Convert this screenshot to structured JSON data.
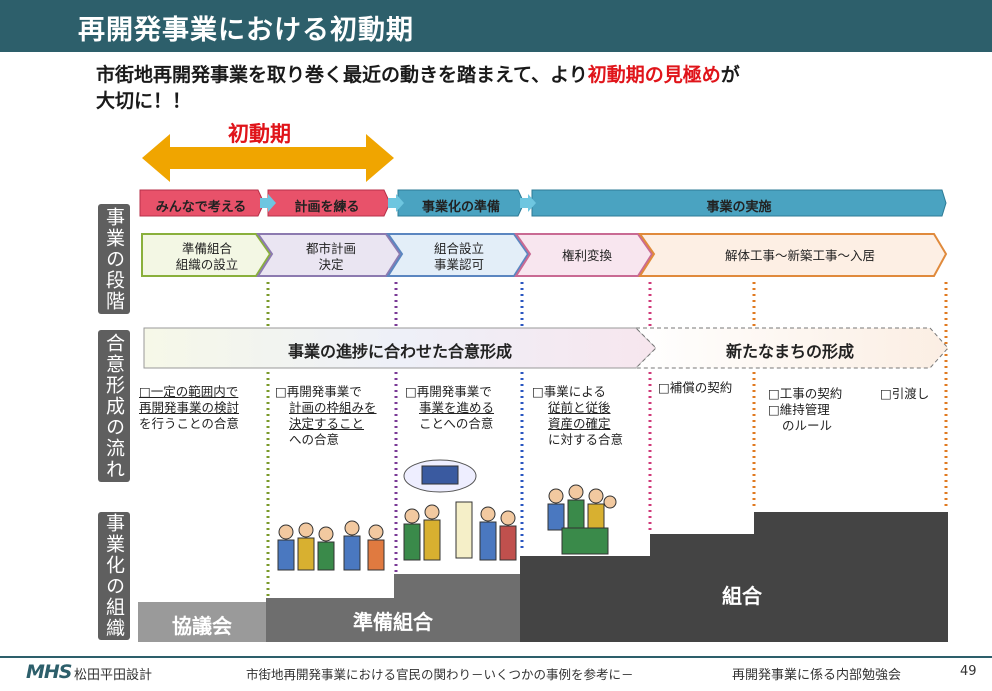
{
  "title": "再開発事業における初動期",
  "lead": {
    "text_before": "市街地再開発事業を取り巻く最近の動きを踏まえて、より",
    "highlight": "初動期の見極め",
    "text_after": "が",
    "line2": "大切に！！"
  },
  "initial_period_label": "初動期",
  "phase_headers": [
    "みんなで考える",
    "計画を練る",
    "事業化の準備",
    "事業の実施"
  ],
  "side_labels": {
    "stage": "事業の段階",
    "flow": "合意形成の流れ",
    "organization": "事業化の組織"
  },
  "stages": [
    {
      "line1": "準備組合",
      "line2": "組織の設立"
    },
    {
      "line1": "都市計画",
      "line2": "決定"
    },
    {
      "line1": "組合設立",
      "line2": "事業認可"
    },
    {
      "line1": "権利変換",
      "line2": ""
    },
    {
      "line1": "解体工事～新築工事～入居",
      "line2": ""
    }
  ],
  "consensus_arrows": [
    "事業の進捗に合わせた合意形成",
    "新たなまちの形成"
  ],
  "consensus_items": {
    "c1": {
      "l1": "□一定の範囲内で",
      "l2": "再開発事業の検討",
      "l3": "を行うことの合意"
    },
    "c2": {
      "l1": "□再開発事業で",
      "l2": "計画の枠組みを",
      "l3": "決定すること",
      "l4": "への合意"
    },
    "c3": {
      "l1": "□再開発事業で",
      "l2": "事業を進める",
      "l3": "ことへの合意"
    },
    "c4": {
      "l1": "□事業による",
      "l2": "従前と従後",
      "l3": "資産の確定",
      "l4": "に対する合意"
    },
    "c5": {
      "l1": "□補償の契約"
    },
    "c6": {
      "l1": "□工事の契約",
      "l2": "□維持管理",
      "l3": "のルール"
    },
    "c7": {
      "l1": "□引渡し"
    }
  },
  "organizations": [
    "協議会",
    "準備組合",
    "組合"
  ],
  "footer": {
    "company": "松田平田設計",
    "logo": "MHS",
    "center": "市街地再開発事業における官民の関わり－いくつかの事例を参考に－",
    "right": "再開発事業に係る内部勉強会",
    "page": "49"
  },
  "colors": {
    "title_bar": "#2d5f6b",
    "phase_red": "#e8526a",
    "phase_blue": "#4aa3c1",
    "initial_arrow": "#f0a500",
    "highlight_red": "#e0141a",
    "org_gray": "#7a7a7a",
    "org_dark": "#444444"
  }
}
